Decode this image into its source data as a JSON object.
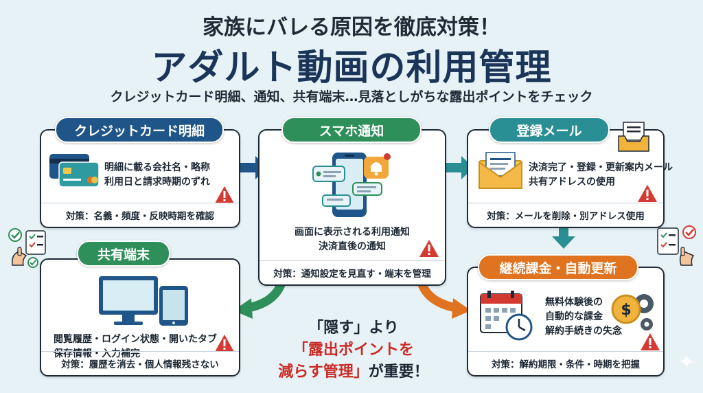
{
  "header": {
    "title_top": "家族にバレる原因を徹底対策！",
    "title_main": "アダルト動画の利用管理",
    "subtitle": "クレジットカード明細、通知、共有端末…見落としがちな露出ポイントをチェック"
  },
  "cards": {
    "credit": {
      "title": "クレジットカード明細",
      "line1": "明細に載る会社名・略称",
      "line2": "利用日と請求時期のずれ",
      "countermeasure": "対策：名義・頻度・反映時期を確認"
    },
    "smartphone": {
      "title": "スマホ通知",
      "line1": "画面に表示される利用通知",
      "line2": "決済直後の通知",
      "countermeasure": "対策：通知設定を見直す・端末を管理"
    },
    "email": {
      "title": "登録メール",
      "line1": "決済完了・登録・更新案内メール",
      "line2": "共有アドレスの使用",
      "countermeasure": "対策：メールを削除・別アドレス使用"
    },
    "shared": {
      "title": "共有端末",
      "line1": "閲覧履歴・ログイン状態・開いたタブ",
      "line2": "保存情報・入力補完",
      "countermeasure": "対策：履歴を消去・個人情報残さない"
    },
    "subscription": {
      "title": "継続課金・自動更新",
      "line1": "無料体験後の",
      "line2": "自動的な課金",
      "line3": "解約手続きの失念",
      "countermeasure": "対策：解約期限・条件・時期を把握"
    }
  },
  "closing": {
    "line1": "「隠す」より",
    "line2": "「露出ポイントを",
    "line3_red": "減らす管理」",
    "line3_rest": "が重要！"
  },
  "colors": {
    "navy": "#1f5589",
    "green": "#2f8f5a",
    "teal": "#2a8f94",
    "orange": "#e0731f",
    "warning_red": "#d43a32",
    "background": "#e7f2f7"
  }
}
